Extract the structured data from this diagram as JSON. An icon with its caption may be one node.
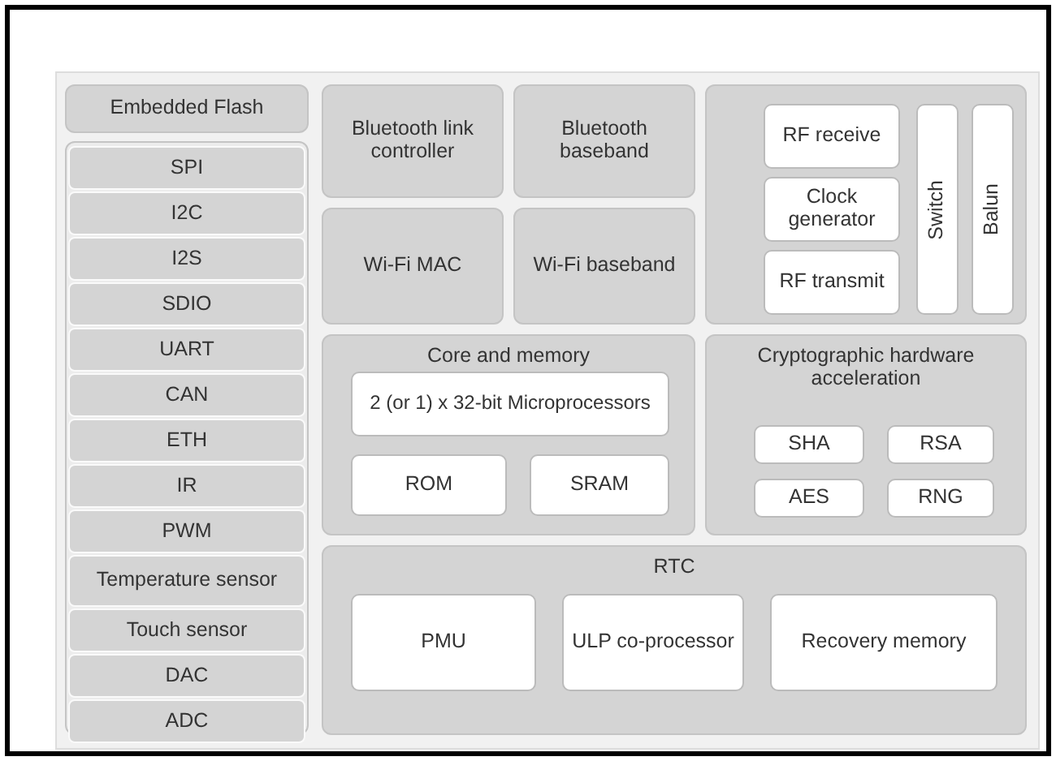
{
  "diagram": {
    "nodes": [
      {
        "text": [
          "Embedded Flash"
        ]
      },
      {
        "text": [],
        "shape": "box"
      },
      {
        "text": [
          "SPI"
        ],
        "in": 1
      },
      {
        "text": [
          "I2C"
        ],
        "in": 1
      },
      {
        "text": [
          "I2S"
        ],
        "in": 1
      },
      {
        "text": [
          "SDIO"
        ],
        "in": 1
      },
      {
        "text": [
          "UART"
        ],
        "in": 1
      },
      {
        "text": [
          "CAN"
        ],
        "in": 1
      },
      {
        "text": [
          "ETH"
        ],
        "in": 1
      },
      {
        "text": [
          "IR"
        ],
        "in": 1
      },
      {
        "text": [
          "PWM"
        ],
        "in": 1
      },
      {
        "text": [
          "Temperature sensor"
        ],
        "in": 1
      },
      {
        "text": [
          "Touch sensor"
        ],
        "in": 1
      },
      {
        "text": [
          "DAC"
        ],
        "in": 1
      },
      {
        "text": [
          "ADC"
        ],
        "in": 1
      },
      {
        "text": [
          "Bluetooth link controller"
        ]
      },
      {
        "text": [
          "Bluetooth baseband"
        ]
      },
      {
        "text": [],
        "shape": "box"
      },
      {
        "text": [
          "RF receive"
        ],
        "in": 17
      },
      {
        "text": [
          "Clock generator"
        ],
        "in": 17
      },
      {
        "text": [
          "RF transmit"
        ],
        "in": 17
      },
      {
        "text": [
          "Switch"
        ],
        "in": 17
      },
      {
        "text": [
          "Balun"
        ],
        "in": 17
      },
      {
        "text": [
          "Wi-Fi MAC"
        ]
      },
      {
        "text": [
          "Wi-Fi baseband"
        ]
      },
      {
        "text": [
          "Core and memory"
        ]
      },
      {
        "text": [
          "2 (or 1) x 32-bit Microprocessors"
        ],
        "in": 25
      },
      {
        "text": [
          "ROM"
        ],
        "in": 25
      },
      {
        "text": [
          "SRAM"
        ],
        "in": 25
      },
      {
        "text": [
          "Cryptographic hardware acceleration"
        ]
      },
      {
        "text": [
          "SHA"
        ],
        "in": 29
      },
      {
        "text": [
          "RSA"
        ],
        "in": 29
      },
      {
        "text": [
          "AES"
        ],
        "in": 29
      },
      {
        "text": [
          "RNG"
        ],
        "in": 29
      },
      {
        "text": [
          "RTC"
        ]
      },
      {
        "text": [
          "PMU"
        ],
        "in": 34
      },
      {
        "text": [
          "ULP co-processor"
        ],
        "in": 34
      },
      {
        "text": [
          "Recovery memory"
        ],
        "in": 34
      }
    ],
    "edges": []
  }
}
